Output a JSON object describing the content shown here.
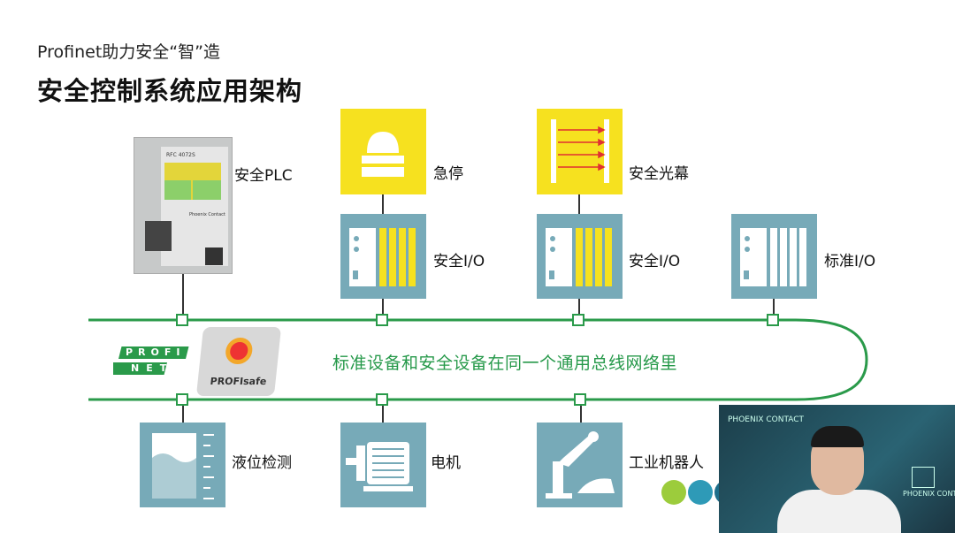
{
  "header": {
    "subtitle": "Profinet助力安全“智”造",
    "title": "安全控制系统应用架构"
  },
  "top_devices": {
    "plc_label": "安全PLC",
    "estop_label": "急停",
    "light_curtain_label": "安全光幕",
    "safety_io_1_label": "安全I/O",
    "safety_io_2_label": "安全I/O",
    "standard_io_label": "标准I/O"
  },
  "bus": {
    "text": "标准设备和安全设备在同一个通用总线网络里",
    "profinet_logo_text": [
      "PROFI",
      "NET"
    ],
    "profisafe_logo_text": "PROFIsafe"
  },
  "bottom_devices": {
    "level_sensor_label": "液位检测",
    "motor_label": "电机",
    "robot_label": "工业机器人"
  },
  "plc_device": {
    "model": "RFC 4072S",
    "brand": "Phoenix Contact"
  },
  "video": {
    "brand_text": "PHOENIX CONTACT",
    "logo_caption": "PHOENIX CONTACT"
  },
  "colors": {
    "bus_green": "#2a9a4a",
    "safety_yellow": "#f6e11f",
    "device_teal": "#77aab8",
    "circle_1": "#9ccc3c",
    "circle_2": "#2e9ab7",
    "circle_3": "#1d6e8a"
  }
}
